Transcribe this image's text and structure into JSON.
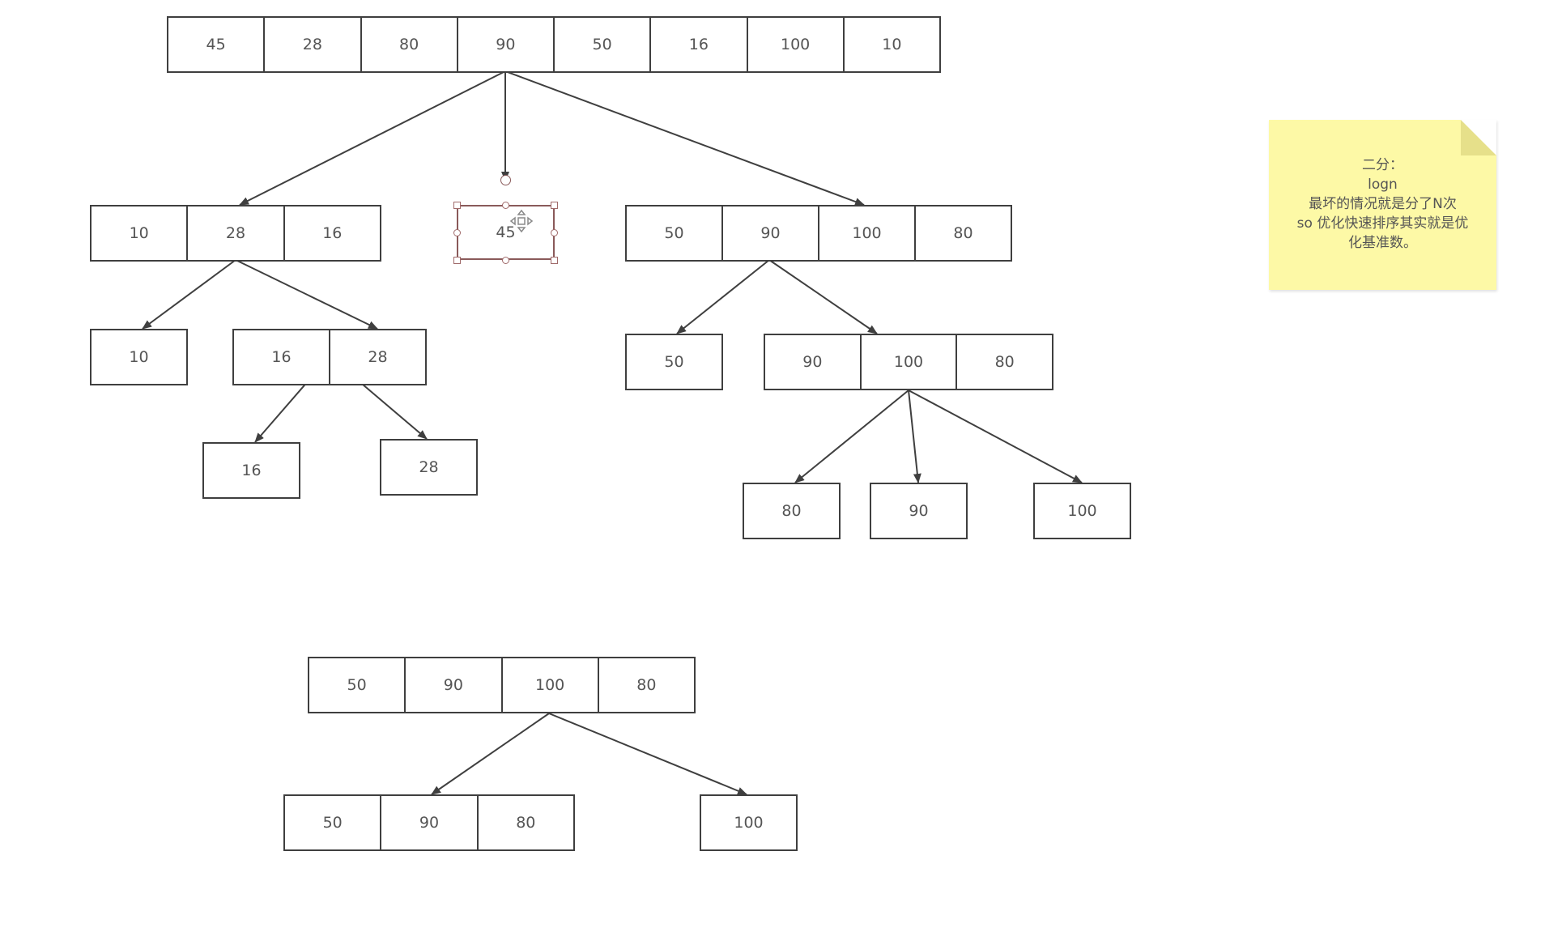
{
  "arrays": {
    "root": [
      "45",
      "28",
      "80",
      "90",
      "50",
      "16",
      "100",
      "10"
    ],
    "left": [
      "10",
      "28",
      "16"
    ],
    "right": [
      "50",
      "90",
      "100",
      "80"
    ],
    "left_left": [
      "10"
    ],
    "left_right": [
      "16",
      "28"
    ],
    "left_right_left": [
      "16"
    ],
    "left_right_right": [
      "28"
    ],
    "right_left": [
      "50"
    ],
    "right_right": [
      "90",
      "100",
      "80"
    ],
    "right_right_a": [
      "80"
    ],
    "right_right_b": [
      "90"
    ],
    "right_right_c": [
      "100"
    ],
    "second_root": [
      "50",
      "90",
      "100",
      "80"
    ],
    "second_left": [
      "50",
      "90",
      "80"
    ],
    "second_right": [
      "100"
    ]
  },
  "pivot": {
    "value": "45"
  },
  "note": {
    "lines": [
      "二分：",
      "logn",
      "最坏的情况就是分了N次",
      "so 优化快速排序其实就是优",
      "化基准数。"
    ],
    "color": "#fdf9a6"
  },
  "colors": {
    "stroke": "#3f3f3f",
    "text": "#555555",
    "selection": "#8a5a5a"
  },
  "icons": {
    "move": "move-cross-icon"
  }
}
